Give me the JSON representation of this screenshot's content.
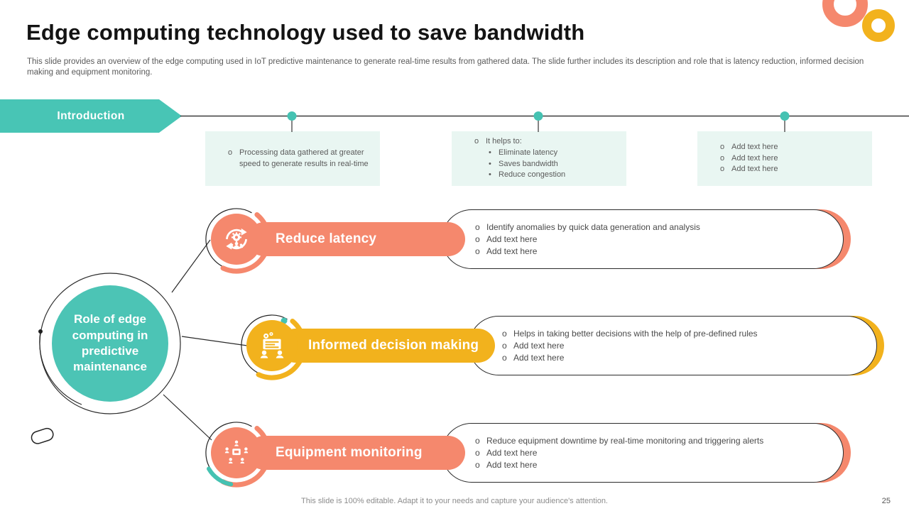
{
  "slide": {
    "title": "Edge computing technology used to save bandwidth",
    "subtitle": "This slide provides an overview of the edge computing used in IoT predictive maintenance to generate real-time results from gathered data. The slide further includes its description and role that is latency reduction, informed decision making and equipment monitoring.",
    "footer": "This slide is 100% editable. Adapt it to your needs and capture your audience's attention.",
    "page_number": "25"
  },
  "intro_banner": {
    "label": "Introduction"
  },
  "bullet_chars": {
    "circle": "o",
    "dot": "•"
  },
  "timeline_boxes": [
    {
      "bullets": [
        "Processing data gathered at greater speed to generate results in real-time"
      ]
    },
    {
      "lead": "It helps to:",
      "sub_bullets": [
        "Eliminate latency",
        "Saves bandwidth",
        "Reduce congestion"
      ]
    },
    {
      "bullets": [
        "Add text here",
        "Add text here",
        "Add text here"
      ]
    }
  ],
  "hub": {
    "label": "Role of edge computing in predictive maintenance"
  },
  "rows": [
    {
      "label": "Reduce latency",
      "color": "#f5886d",
      "icon": "sync-arrows-gear-icon",
      "bullets": [
        "Identify anomalies by quick data generation and analysis",
        "Add text here",
        "Add text here"
      ]
    },
    {
      "label": "Informed decision making",
      "color": "#f2b21d",
      "icon": "decision-meeting-icon",
      "bullets": [
        "Helps in taking better decisions with the help of pre-defined rules",
        "Add text here",
        "Add text here"
      ]
    },
    {
      "label": "Equipment monitoring",
      "color": "#f5886d",
      "icon": "team-monitoring-icon",
      "bullets": [
        "Reduce equipment downtime by real-time monitoring and triggering alerts",
        "Add text here",
        "Add text here"
      ]
    }
  ],
  "colors": {
    "teal": "#48c5b5",
    "salmon": "#f5886d",
    "yellow": "#f2b21d",
    "mint_box": "#e9f6f2"
  }
}
